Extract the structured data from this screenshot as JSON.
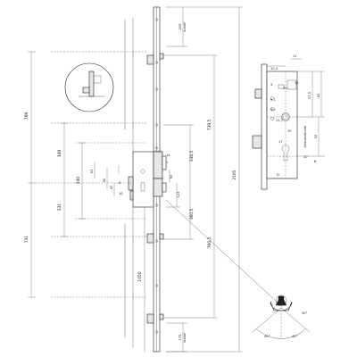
{
  "dimensions": {
    "d225": "225",
    "kurz": "kurzer",
    "d175": "175",
    "d2165": "2165",
    "d769": "769",
    "d739_5": "739,5",
    "d349": "349",
    "d331": "331",
    "d340": "340",
    "d731": "731",
    "d1050": "1050",
    "d338_5": "338,5",
    "d360_5": "360,5",
    "d760_5": "760,5",
    "d123": "123",
    "d14": "14",
    "d1": "1",
    "d61": "61",
    "d60": "60",
    "d47": "47",
    "d10a": "10",
    "d8": "8",
    "d63": "63",
    "dD": "D",
    "d11": "11",
    "d10_5": "10,5",
    "d3": "3",
    "d16": "16",
    "d27_5": "27,5",
    "d43": "43",
    "d9_1": "9,1",
    "d9_2": "9,2",
    "d11_7": "11,7",
    "d20": "20",
    "d19": "19",
    "d17": "17",
    "d10b": "10",
    "d8b": "8",
    "d92": "92",
    "abstandsmass": "Abstandsmaß",
    "d30": "30°",
    "d40a": "40°",
    "d40b": "40°"
  }
}
